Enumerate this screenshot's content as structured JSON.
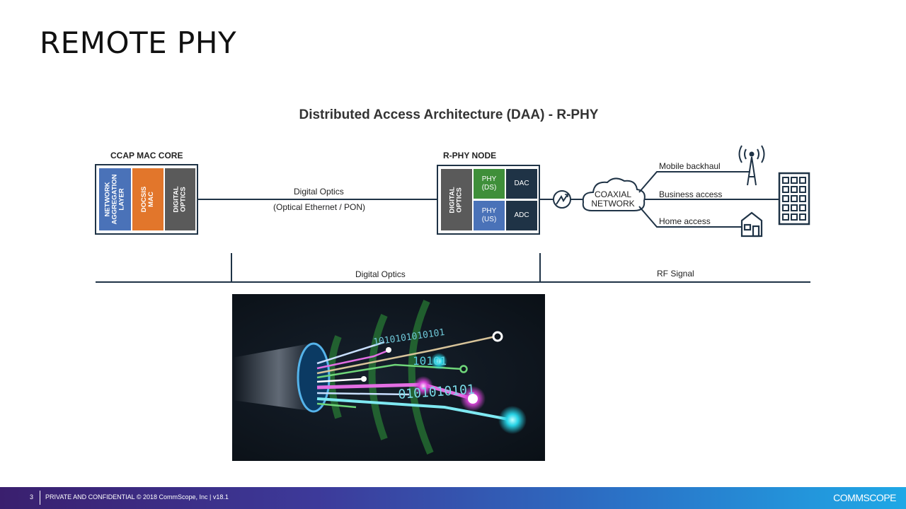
{
  "slide": {
    "title": "REMOTE PHY"
  },
  "diagram": {
    "title": "Distributed Access Architecture (DAA) - R-PHY",
    "ccap": {
      "label": "CCAP MAC CORE",
      "blocks": [
        {
          "label": "NETWORK\nAGGREGATION\nLAYER",
          "color": "#4a72b8"
        },
        {
          "label": "DOCSIS\nMAC",
          "color": "#e2762b"
        },
        {
          "label": "DIGITAL\nOPTICS",
          "color": "#5a5a5a"
        }
      ]
    },
    "link": {
      "label": "Digital Optics",
      "sublabel": "(Optical Ethernet / PON)"
    },
    "node": {
      "label": "R-PHY NODE",
      "optics": "DIGITAL\nOPTICS",
      "phy_ds": "PHY\n(DS)",
      "phy_us": "PHY\n(US)",
      "dac": "DAC",
      "adc": "ADC",
      "colors": {
        "optics": "#5a5a5a",
        "phy_ds": "#3f8f3a",
        "phy_us": "#4a72b8",
        "converter": "#1f3346"
      }
    },
    "coax": {
      "label": "COAXIAL\nNETWORK"
    },
    "branches": {
      "mobile": "Mobile backhaul",
      "business": "Business access",
      "home": "Home access"
    },
    "timeline": {
      "left": "Digital Optics",
      "right": "RF Signal"
    }
  },
  "photo": {
    "binary_text": [
      "1010101010101",
      "10101",
      "0101010101"
    ]
  },
  "footer": {
    "page": "3",
    "text": "PRIVATE AND CONFIDENTIAL © 2018  CommScope, Inc | v18.1",
    "logo": "COMMSCOPE"
  }
}
